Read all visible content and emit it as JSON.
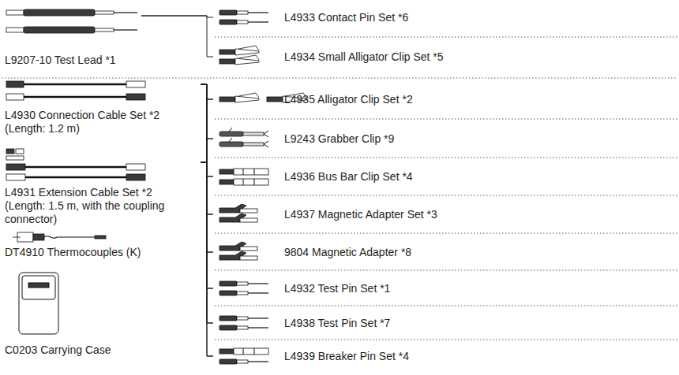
{
  "diagram": {
    "nodes": [
      {
        "text": [
          "L9207-10 Test Lead *1"
        ]
      },
      {
        "text": [
          "L4933 Contact Pin Set *6"
        ]
      },
      {
        "text": [
          "L4934 Small Alligator Clip Set *5"
        ]
      },
      {
        "text": [
          "L4930 Connection Cable Set *2",
          "(Length: 1.2 m)"
        ]
      },
      {
        "text": [
          "L4931 Extension Cable Set *2",
          "(Length: 1.5 m, with the coupling connector)"
        ]
      },
      {
        "text": [
          "L4935 Alligator Clip Set *2"
        ]
      },
      {
        "text": [
          "L9243 Grabber Clip *9"
        ]
      },
      {
        "text": [
          "L4936 Bus Bar Clip Set *4"
        ]
      },
      {
        "text": [
          "L4937 Magnetic Adapter Set *3"
        ]
      },
      {
        "text": [
          "9804 Magnetic Adapter *8"
        ]
      },
      {
        "text": [
          "L4932 Test Pin Set *1"
        ]
      },
      {
        "text": [
          "L4938 Test Pin Set *7"
        ]
      },
      {
        "text": [
          "L4939 Breaker Pin Set *4"
        ]
      },
      {
        "text": [
          "DT4910 Thermocouples (K)"
        ]
      },
      {
        "text": [
          "C0203 Carrying Case"
        ]
      }
    ],
    "edges": [
      {
        "from": 0,
        "to": 1,
        "arrow": "none"
      },
      {
        "from": 0,
        "to": 2,
        "arrow": "none"
      },
      {
        "from": 3,
        "to": 5,
        "arrow": "none"
      },
      {
        "from": 3,
        "to": 6,
        "arrow": "none"
      },
      {
        "from": 3,
        "to": 7,
        "arrow": "none"
      },
      {
        "from": 3,
        "to": 8,
        "arrow": "none"
      },
      {
        "from": 3,
        "to": 9,
        "arrow": "none"
      },
      {
        "from": 3,
        "to": 10,
        "arrow": "none"
      },
      {
        "from": 3,
        "to": 11,
        "arrow": "none"
      },
      {
        "from": 3,
        "to": 12,
        "arrow": "none"
      },
      {
        "from": 4,
        "to": 5,
        "arrow": "none"
      },
      {
        "from": 4,
        "to": 6,
        "arrow": "none"
      },
      {
        "from": 4,
        "to": 7,
        "arrow": "none"
      },
      {
        "from": 4,
        "to": 8,
        "arrow": "none"
      },
      {
        "from": 4,
        "to": 9,
        "arrow": "none"
      },
      {
        "from": 4,
        "to": 10,
        "arrow": "none"
      },
      {
        "from": 4,
        "to": 11,
        "arrow": "none"
      },
      {
        "from": 4,
        "to": 12,
        "arrow": "none"
      }
    ]
  }
}
